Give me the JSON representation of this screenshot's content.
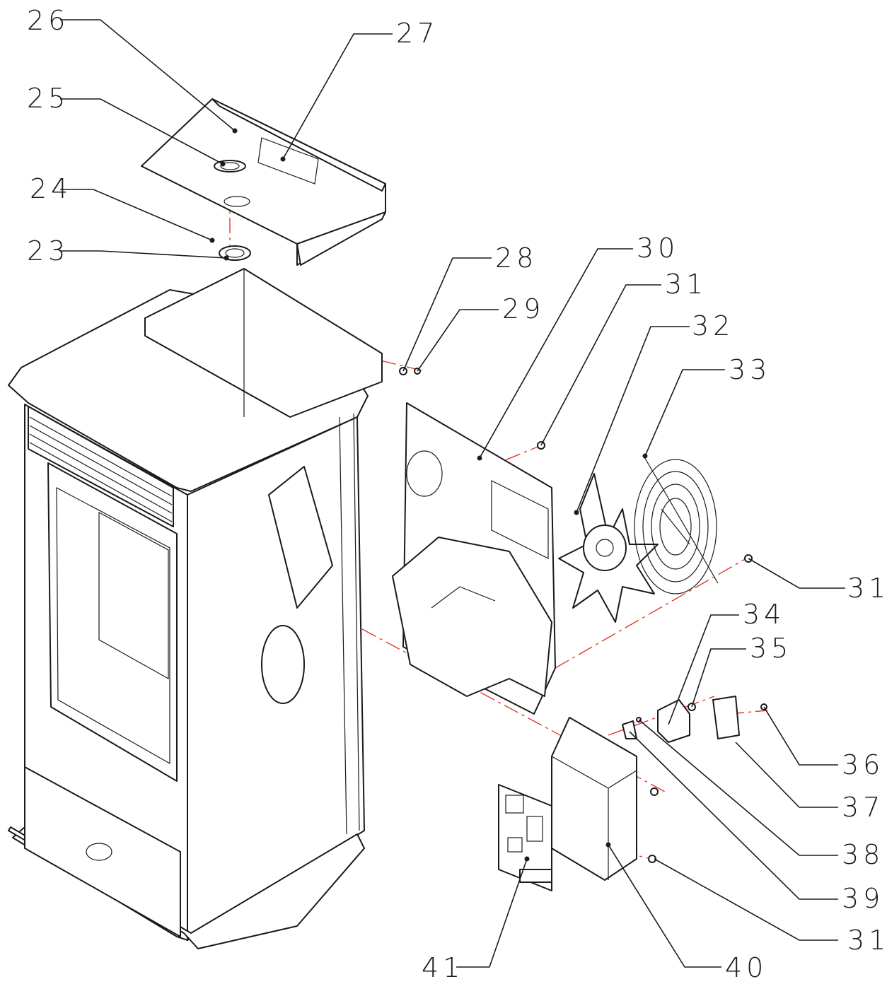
{
  "diagram": {
    "type": "exploded-parts-view",
    "accent_color": "#e0392b",
    "line_color": "#1a1a1a",
    "callouts": [
      "26",
      "27",
      "25",
      "24",
      "23",
      "28",
      "29",
      "30",
      "31",
      "32",
      "33",
      "31",
      "34",
      "35",
      "36",
      "37",
      "38",
      "31",
      "39",
      "31",
      "40",
      "41"
    ]
  }
}
